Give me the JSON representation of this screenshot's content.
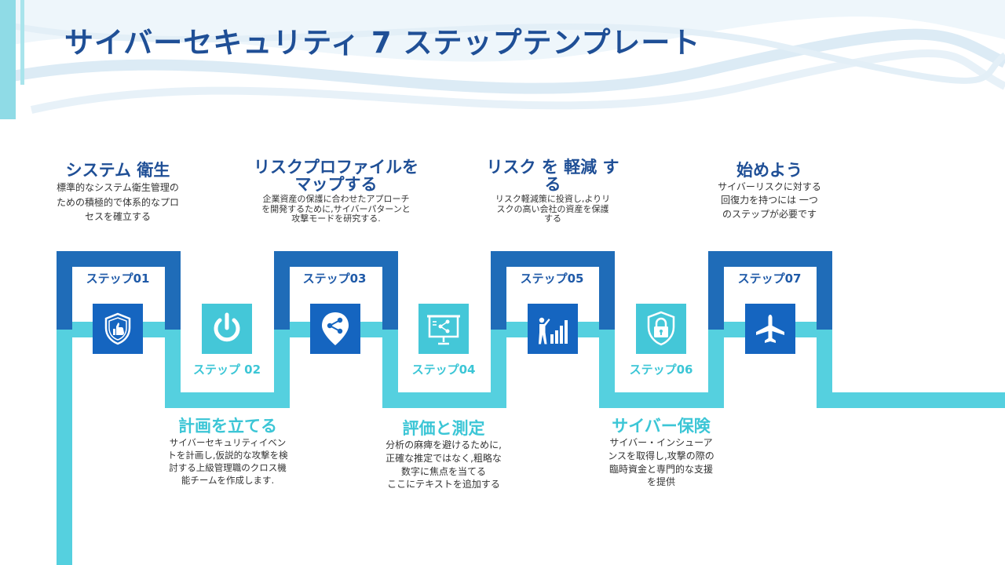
{
  "title": "サイバーセキュリティ 7 ステップテンプレート",
  "colors": {
    "dark": "#1565c0",
    "light": "#44c7d8",
    "title": "#1f4f96"
  },
  "steps": [
    {
      "label": "ステップ01",
      "icon": "shield-thumbs-up-icon"
    },
    {
      "label": "ステップ 02",
      "icon": "power-icon"
    },
    {
      "label": "ステップ03",
      "icon": "share-pin-icon"
    },
    {
      "label": "ステップ04",
      "icon": "presentation-share-icon"
    },
    {
      "label": "ステップ05",
      "icon": "person-bar-chart-icon"
    },
    {
      "label": "ステップ06",
      "icon": "lock-shield-icon"
    },
    {
      "label": "ステップ07",
      "icon": "airplane-icon"
    }
  ],
  "blocks": [
    {
      "heading": "システム 衛生",
      "text": [
        "標準的なシステム衛生管理の",
        "ための積極的で体系的なプロ",
        "セスを確立する"
      ]
    },
    {
      "heading": "計画を立てる",
      "text": [
        "サイバーセキュリティイベン",
        "トを計画し,仮説的な攻撃を検",
        "討する上級管理職のクロス機",
        "能チームを作成します."
      ]
    },
    {
      "heading": "リスクプロファイルを",
      "heading2": "マップする",
      "text": [
        "企業資産の保護に合わせたアプローチ",
        "を開発するために,サイバーパターンと",
        "攻撃モードを研究する."
      ]
    },
    {
      "heading": "評価と測定",
      "text": [
        "分析の麻痺を避けるために,",
        "正確な推定ではなく,粗略な",
        "数字に焦点を当てる",
        "ここにテキストを追加する"
      ]
    },
    {
      "heading": "リスク を 軽減 す",
      "heading2": "る",
      "text": [
        "リスク軽減策に投資し,よりリ",
        "スクの高い会社の資産を保護",
        "する"
      ]
    },
    {
      "heading": "サイバー保険",
      "text": [
        "サイバー・インシューア",
        "ンスを取得し,攻撃の際の",
        "臨時資金と専門的な支援",
        "を提供"
      ]
    },
    {
      "heading": "始めよう",
      "text": [
        "サイバーリスクに対する",
        "回復力を持つには 一つ",
        "のステップが必要です"
      ]
    }
  ]
}
